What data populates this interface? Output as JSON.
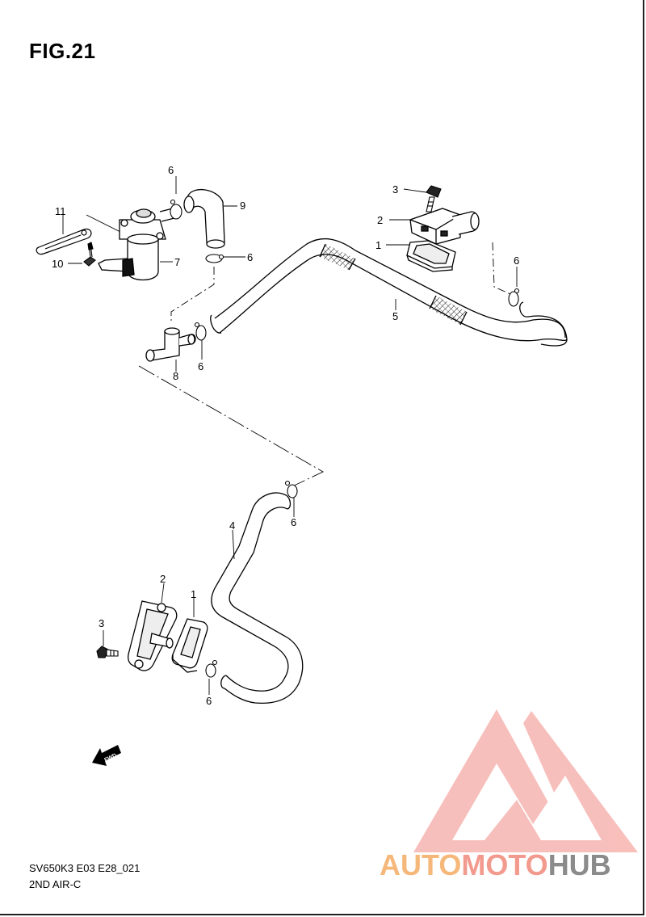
{
  "figure": {
    "title": "FIG.21"
  },
  "footer": {
    "code": "SV650K3 E03 E28_021",
    "subtitle": "2ND AIR-C"
  },
  "fwd_label": "FWD",
  "callouts": {
    "c1": "1",
    "c2": "2",
    "c3": "3",
    "c4": "4",
    "c5": "5",
    "c6a": "6",
    "c6b": "6",
    "c6c": "6",
    "c6d": "6",
    "c6e": "6",
    "c6f": "6",
    "c7": "7",
    "c8": "8",
    "c9": "9",
    "c10": "10",
    "c11": "11",
    "c1b": "1",
    "c2b": "2",
    "c3b": "3"
  },
  "watermark": {
    "part1": "AUTO",
    "part2": "MOTO",
    "part3": "HUB",
    "colors": {
      "auto": "#f6b87a",
      "moto": "#f39a8e",
      "hub": "#8b8b8b",
      "logo": "#f28b84"
    }
  }
}
